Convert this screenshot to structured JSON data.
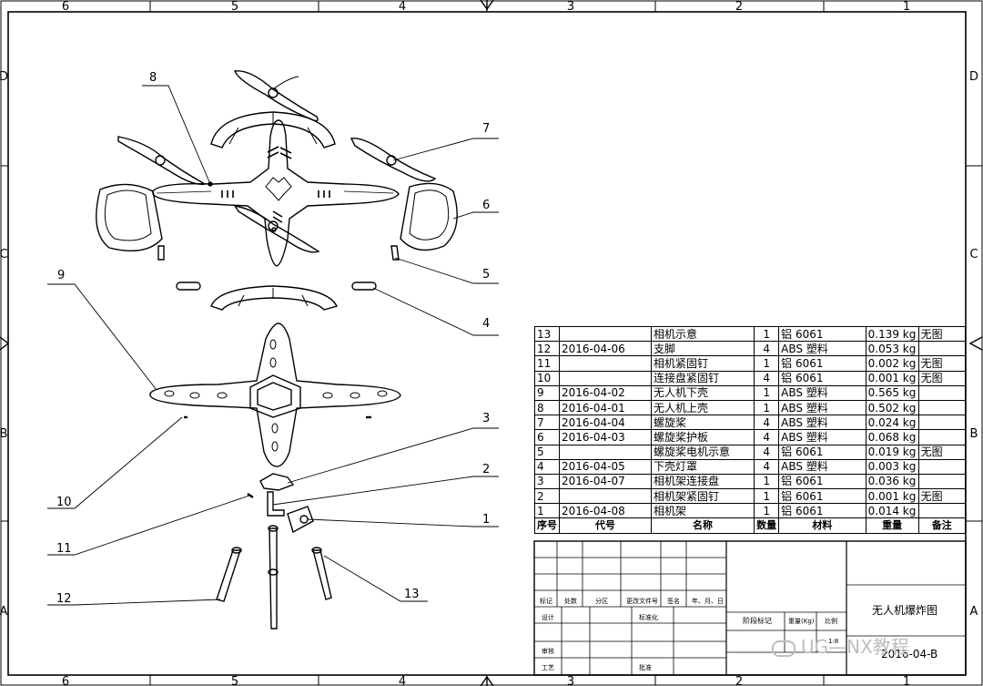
{
  "border": {
    "columns": [
      "6",
      "5",
      "4",
      "3",
      "2",
      "1"
    ],
    "rows": [
      "D",
      "C",
      "B",
      "A"
    ]
  },
  "callouts": [
    "1",
    "2",
    "3",
    "4",
    "5",
    "6",
    "7",
    "8",
    "9",
    "10",
    "11",
    "12",
    "13"
  ],
  "bom": {
    "headers": [
      "序号",
      "代号",
      "名称",
      "数量",
      "材料",
      "重量",
      "备注"
    ],
    "rows": [
      [
        "13",
        "",
        "相机示意",
        "1",
        "铝 6061",
        "0.139 kg",
        "无图"
      ],
      [
        "12",
        "2016-04-06",
        "支脚",
        "4",
        "ABS 塑料",
        "0.053 kg",
        ""
      ],
      [
        "11",
        "",
        "相机紧固钉",
        "1",
        "铝 6061",
        "0.002 kg",
        "无图"
      ],
      [
        "10",
        "",
        "连接盘紧固钉",
        "4",
        "铝 6061",
        "0.001 kg",
        "无图"
      ],
      [
        "9",
        "2016-04-02",
        "无人机下壳",
        "1",
        "ABS 塑料",
        "0.565 kg",
        ""
      ],
      [
        "8",
        "2016-04-01",
        "无人机上壳",
        "1",
        "ABS 塑料",
        "0.502 kg",
        ""
      ],
      [
        "7",
        "2016-04-04",
        "螺旋桨",
        "4",
        "ABS 塑料",
        "0.024 kg",
        ""
      ],
      [
        "6",
        "2016-04-03",
        "螺旋桨护板",
        "4",
        "ABS 塑料",
        "0.068 kg",
        ""
      ],
      [
        "5",
        "",
        "螺旋桨电机示意",
        "4",
        "铝 6061",
        "0.019 kg",
        "无图"
      ],
      [
        "4",
        "2016-04-05",
        "下壳灯罩",
        "4",
        "ABS 塑料",
        "0.003 kg",
        ""
      ],
      [
        "3",
        "2016-04-07",
        "相机架连接盘",
        "1",
        "铝 6061",
        "0.036 kg",
        ""
      ],
      [
        "2",
        "",
        "相机架紧固钉",
        "1",
        "铝 6061",
        "0.001 kg",
        "无图"
      ],
      [
        "1",
        "2016-04-08",
        "相机架",
        "1",
        "铝 6061",
        "0.014 kg",
        ""
      ]
    ]
  },
  "title_block": {
    "labels": {
      "mark": "标记",
      "count": "处数",
      "zone": "分区",
      "change_doc": "更改文件号",
      "sign": "签名",
      "date": "年、月、日",
      "design": "设计",
      "standard": "标准化",
      "review": "审核",
      "process": "工艺",
      "approve": "批准",
      "stage": "阶段标记",
      "weight": "重量(Kg)",
      "scale": "比例",
      "scale_value": "1:8"
    },
    "drawing_name": "无人机爆炸图",
    "drawing_number": "2016-04-B"
  },
  "watermark": "UG—NX教程"
}
